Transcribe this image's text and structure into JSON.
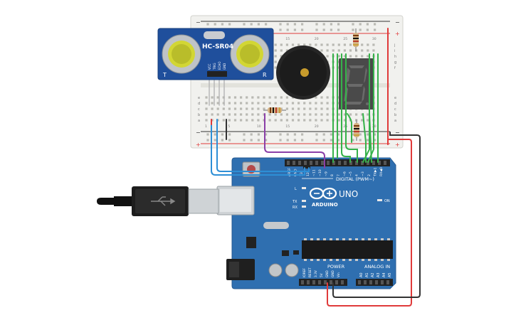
{
  "sensor": {
    "model": "HC-SR04",
    "pin_vcc": "VCC",
    "pin_trig": "TRIG",
    "pin_echo": "ECHO",
    "pin_gnd": "GND",
    "mark_t": "T",
    "mark_r": "R"
  },
  "display": {
    "digit": "8"
  },
  "arduino": {
    "brand": "ARDUINO",
    "model": "UNO",
    "digital_label": "DIGITAL (PWM~)",
    "power_label": "POWER",
    "analog_label": "ANALOG IN",
    "on_label": "ON",
    "led_l": "L",
    "led_tx": "TX",
    "led_rx": "RX",
    "digital_pins": [
      "AREF",
      "GND",
      "13",
      "12",
      "~11",
      "~10",
      "~9",
      "8",
      "7",
      "~6",
      "~5",
      "4",
      "~3",
      "2",
      "TX▶1",
      "RX◀0"
    ],
    "power_pins": [
      "IOREF",
      "RESET",
      "3.3V",
      "5V",
      "GND",
      "GND",
      "Vin"
    ],
    "analog_pins": [
      "A0",
      "A1",
      "A2",
      "A3",
      "A4",
      "A5"
    ]
  },
  "breadboard": {
    "column_numbers": [
      "1",
      "5",
      "10",
      "15",
      "20",
      "25",
      "30"
    ],
    "row_letters_top": [
      "j",
      "i",
      "h",
      "g",
      "f"
    ],
    "row_letters_bottom": [
      "e",
      "d",
      "c",
      "b",
      "a"
    ],
    "rail_plus": "+",
    "rail_minus": "−"
  },
  "colors": {
    "board_blue": "#2f6fb0",
    "sensor_blue": "#1f4f9c",
    "wire_green": "#36b24a",
    "wire_blue": "#2d8fd6",
    "wire_purple": "#8a3fa8",
    "wire_red": "#e03a3a",
    "wire_black": "#333333"
  }
}
